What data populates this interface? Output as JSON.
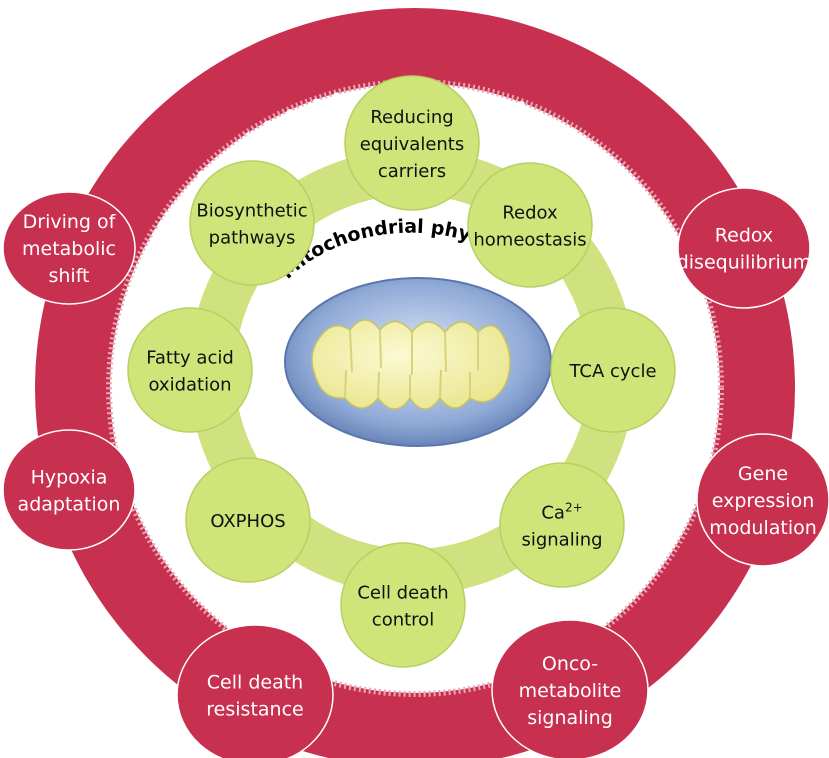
{
  "outer_title": "Mitochondrial-driven tumor advantages",
  "inner_title": "Mitochondrial physiology",
  "inner_nodes": [
    {
      "lines": [
        "Reducing",
        "equivalents",
        "carriers"
      ]
    },
    {
      "lines": [
        "Redox",
        "homeostasis"
      ]
    },
    {
      "lines": [
        "TCA cycle"
      ]
    },
    {
      "lines": [
        "Ca",
        "signaling"
      ],
      "superscript": "2+"
    },
    {
      "lines": [
        "Cell death",
        "control"
      ]
    },
    {
      "lines": [
        "OXPHOS"
      ]
    },
    {
      "lines": [
        "Fatty acid",
        "oxidation"
      ]
    },
    {
      "lines": [
        "Biosynthetic",
        "pathways"
      ]
    }
  ],
  "outer_nodes": [
    {
      "lines": [
        "Driving of",
        "metabolic",
        "shift"
      ]
    },
    {
      "lines": [
        "Redox",
        "disequilibrium"
      ]
    },
    {
      "lines": [
        "Hypoxia",
        "adaptation"
      ]
    },
    {
      "lines": [
        "Gene",
        "expression",
        "modulation"
      ]
    },
    {
      "lines": [
        "Cell death",
        "resistance"
      ]
    },
    {
      "lines": [
        "Onco-",
        "metabolite",
        "signaling"
      ]
    }
  ],
  "colors": {
    "outer_ring": "#c8304f",
    "outer_node": "#c8304f",
    "inner_ring": "#cfe27f",
    "inner_node": "#cfe57a",
    "mito_outer": "#7b97c9",
    "mito_inner": "#f4f1a3",
    "background": "#ffffff"
  }
}
